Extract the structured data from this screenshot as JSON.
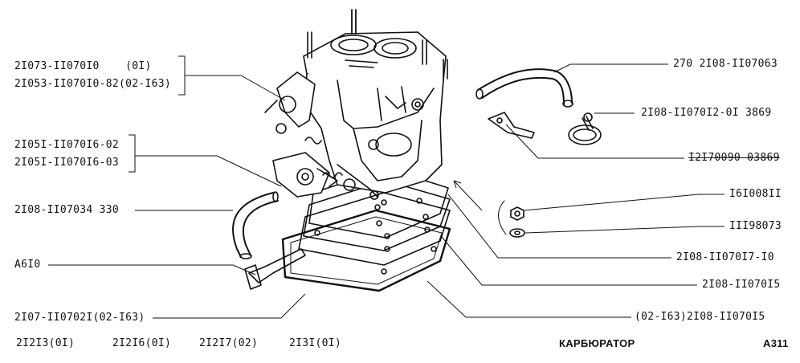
{
  "labels": {
    "l1a": "2I073-II070I0    (0I)",
    "l1b": "2I053-II070I0-82(02-I63)",
    "l2a": "2I05I-II070I6-02",
    "l2b": "2I05I-II070I6-03",
    "l3": "2I08-II07034 330",
    "l4": "A6I0",
    "l5": "2I07-II0702I(02-I63)",
    "r1": "270 2I08-II07063",
    "r2": "2I08-II070I2-0I 3869",
    "r3": "I2I70090 03869",
    "r4": "I6I008II",
    "r5": "III98073",
    "r6": "2I08-II070I7-I0",
    "r7": "2I08-II070I5",
    "r8": "(02-I63)2I08-II070I5"
  },
  "footer": {
    "models": [
      "2I2I3(0I)",
      "2I2I6(0I)",
      "2I2I7(02)",
      "2I3I(0I)"
    ],
    "title": "КАРБЮРАТОР",
    "page": "A311"
  }
}
